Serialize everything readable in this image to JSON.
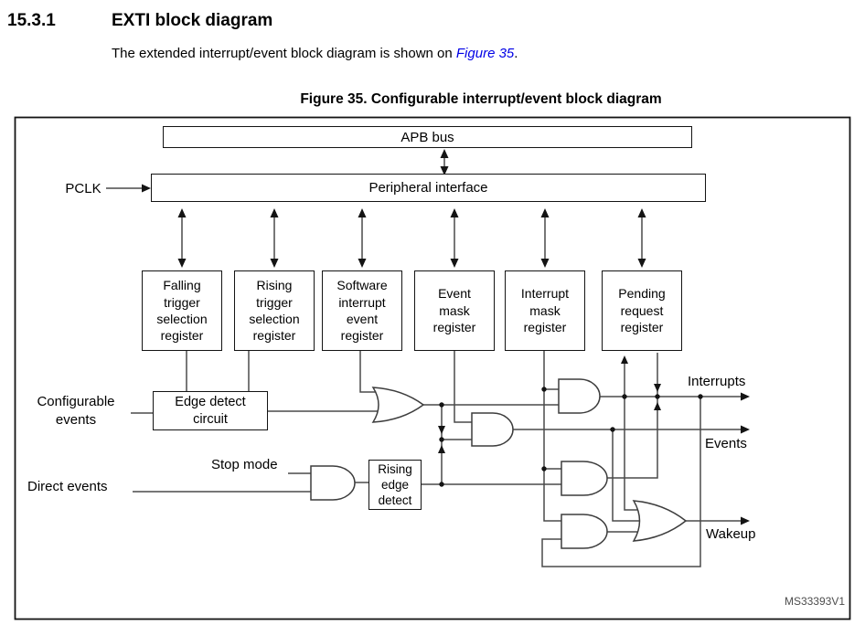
{
  "section": {
    "number": "15.3.1",
    "title": "EXTI block diagram"
  },
  "intro": {
    "text_before": "The extended interrupt/event block diagram is shown on ",
    "link_text": "Figure 35",
    "text_after": "."
  },
  "figure": {
    "caption": "Figure 35. Configurable interrupt/event block diagram",
    "watermark": "MS33393V1",
    "blocks": {
      "apb_bus": "APB bus",
      "peripheral_interface": "Peripheral interface",
      "registers": [
        "Falling\ntrigger\nselection\nregister",
        "Rising\ntrigger\nselection\nregister",
        "Software\ninterrupt\nevent\nregister",
        "Event\nmask\nregister",
        "Interrupt\nmask\nregister",
        "Pending\nrequest\nregister"
      ],
      "edge_detect": "Edge detect\ncircuit",
      "rising_edge_detect": "Rising\nedge\ndetect"
    },
    "labels": {
      "pclk": "PCLK",
      "configurable_events": "Configurable\nevents",
      "direct_events": "Direct events",
      "stop_mode": "Stop mode",
      "interrupts": "Interrupts",
      "events": "Events",
      "wakeup": "Wakeup"
    },
    "colors": {
      "link_blue": "#0000e6",
      "wire_gray": "#4a4a4a",
      "line_black": "#141414"
    }
  }
}
